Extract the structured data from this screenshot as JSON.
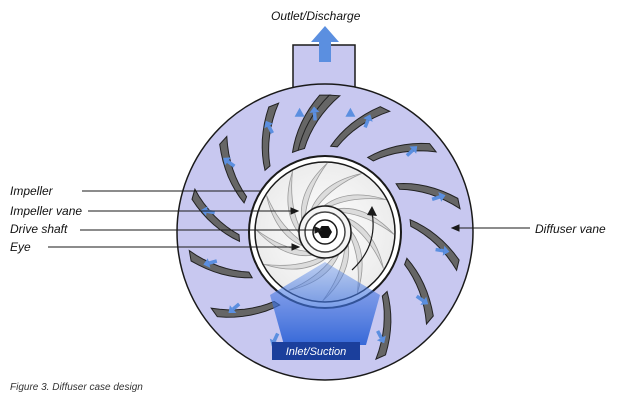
{
  "labels": {
    "outlet": "Outlet/Discharge",
    "impeller": "Impeller",
    "impeller_vane": "Impeller vane",
    "drive_shaft": "Drive shaft",
    "eye": "Eye",
    "diffuser_vane": "Diffuser vane",
    "inlet": "Inlet/Suction"
  },
  "caption": "Figure 3. Diffuser case design",
  "colors": {
    "casing_fill": "#c8c8f0",
    "casing_stroke": "#1a1a1a",
    "diffuser_vane_fill": "#666666",
    "flow_arrow": "#5b8fe0",
    "inlet_jet": "#2f63d6",
    "inlet_label_bg": "#1b3f9c",
    "impeller_blade": "#dcdcdc"
  }
}
